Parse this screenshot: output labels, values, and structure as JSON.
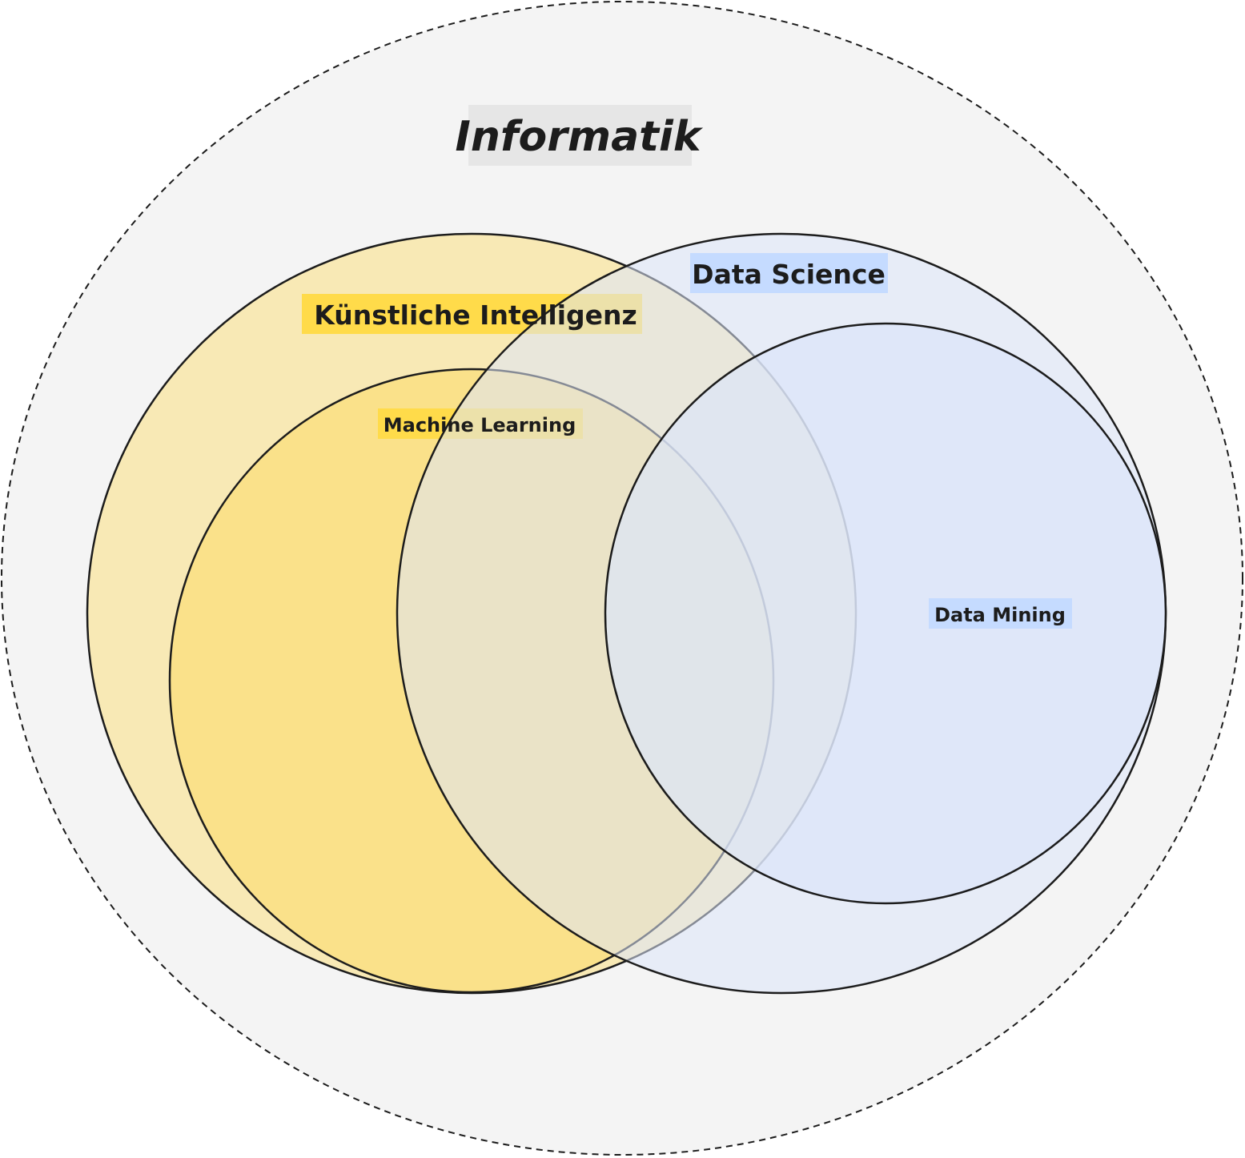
{
  "title": "Informatik",
  "sets": {
    "ki": {
      "label": "Künstliche Intelligenz",
      "color": "#f8e9b5",
      "label_bg": "#ffdb4a"
    },
    "ml": {
      "label": "Machine Learning",
      "color": "#fae18a",
      "label_bg": "#ffdb4a"
    },
    "ds": {
      "label": "Data Science",
      "color": "#dce6fa",
      "label_bg": "#c5dbff"
    },
    "dm": {
      "label": "Data Mining",
      "color": "#dce6fa",
      "label_bg": "#c5dbff"
    }
  },
  "colors": {
    "background": "#f4f4f4",
    "stroke": "#1c1c1c",
    "title_bg": "#e6e6e6"
  }
}
